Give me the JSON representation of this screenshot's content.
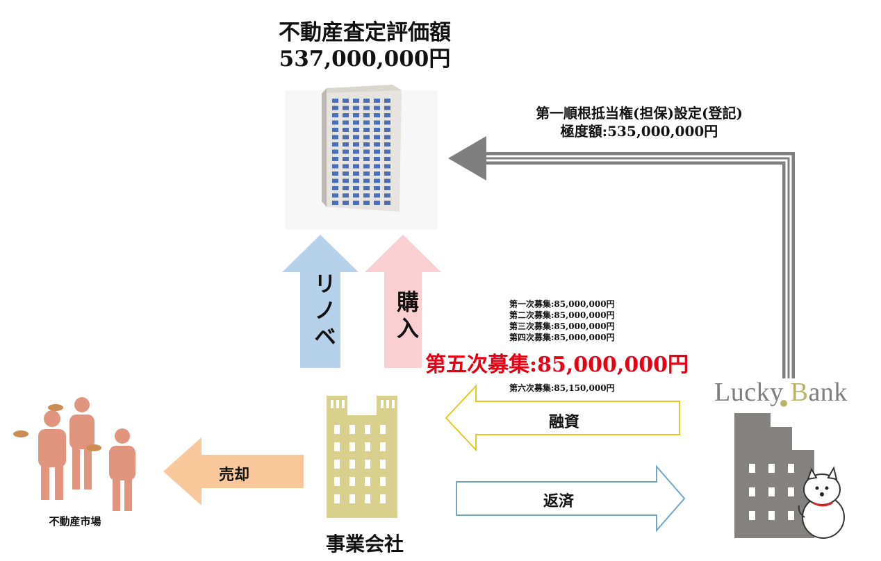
{
  "valuation": {
    "title": "不動産査定評価額",
    "amount": "537,000,000円"
  },
  "mortgage": {
    "line1": "第一順根抵当権(担保)設定(登記)",
    "line2": "極度額:535,000,000円"
  },
  "flows": {
    "renovation": "リノベ",
    "purchase": "購入",
    "financing": "融資",
    "repayment": "返済",
    "sale": "売却"
  },
  "recruitments": [
    "第一次募集:85,000,000円",
    "第二次募集:85,000,000円",
    "第三次募集:85,000,000円",
    "第四次募集:85,000,000円"
  ],
  "recruitment_highlight": "第五次募集:85,000,000円",
  "recruitment_6": "第六次募集:85,150,000円",
  "lender": {
    "logo_part1": "Lucky ",
    "logo_part2": "B",
    "logo_part3": "ank"
  },
  "company_label": "事業会社",
  "market_label": "不動産市場",
  "colors": {
    "highlight_red": "#e60012",
    "renovation_arrow": "#b6d2ea",
    "purchase_arrow": "#f9cfd1",
    "financing_border": "#e5c71f",
    "repayment_border": "#6fa6c9",
    "sale_arrow": "#f8c79a",
    "mortgage_arrow": "#7f7f7f",
    "company_building": "#d9d08e",
    "people": "#e1957f",
    "bank_building": "#858181"
  }
}
